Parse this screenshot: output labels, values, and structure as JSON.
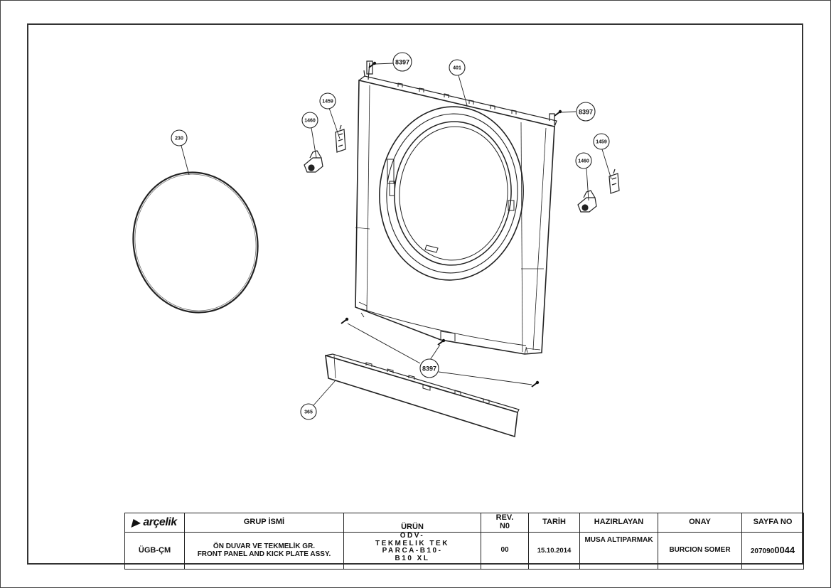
{
  "diagram": {
    "callouts": [
      {
        "id": "c8397-top",
        "label": "8397"
      },
      {
        "id": "c401",
        "label": "401"
      },
      {
        "id": "c8397-right",
        "label": "8397"
      },
      {
        "id": "c1459-left",
        "label": "1459"
      },
      {
        "id": "c1460-left",
        "label": "1460"
      },
      {
        "id": "c230",
        "label": "230"
      },
      {
        "id": "c1459-right",
        "label": "1459"
      },
      {
        "id": "c1460-right",
        "label": "1460"
      },
      {
        "id": "c8397-bottom",
        "label": "8397"
      },
      {
        "id": "c365",
        "label": "365"
      }
    ]
  },
  "title_block": {
    "logo_text": "arçelik",
    "headers": {
      "group_name": "GRUP İSMİ",
      "product": "ÜRÜN",
      "rev_no": "REV. N0",
      "date": "TARİH",
      "prepared_by": "HAZIRLAYAN",
      "approval": "ONAY",
      "page_no": "SAYFA NO"
    },
    "values": {
      "unit": "ÜGB-ÇM",
      "group_line1": "ÖN DUVAR VE TEKMELİK GR.",
      "group_line2": "FRONT PANEL AND KICK PLATE ASSY.",
      "product_line1": "ODV-",
      "product_line2": "TEKMELIK TEK",
      "product_line3": "PARCA-B10-",
      "product_line4": "B10 XL",
      "rev_no": "00",
      "date": "15.10.2014",
      "prepared_by": "MUSA ALTIPARMAK",
      "approval": "BURCION SOMER",
      "page_prefix": "207090",
      "page_suffix": "0044"
    }
  }
}
